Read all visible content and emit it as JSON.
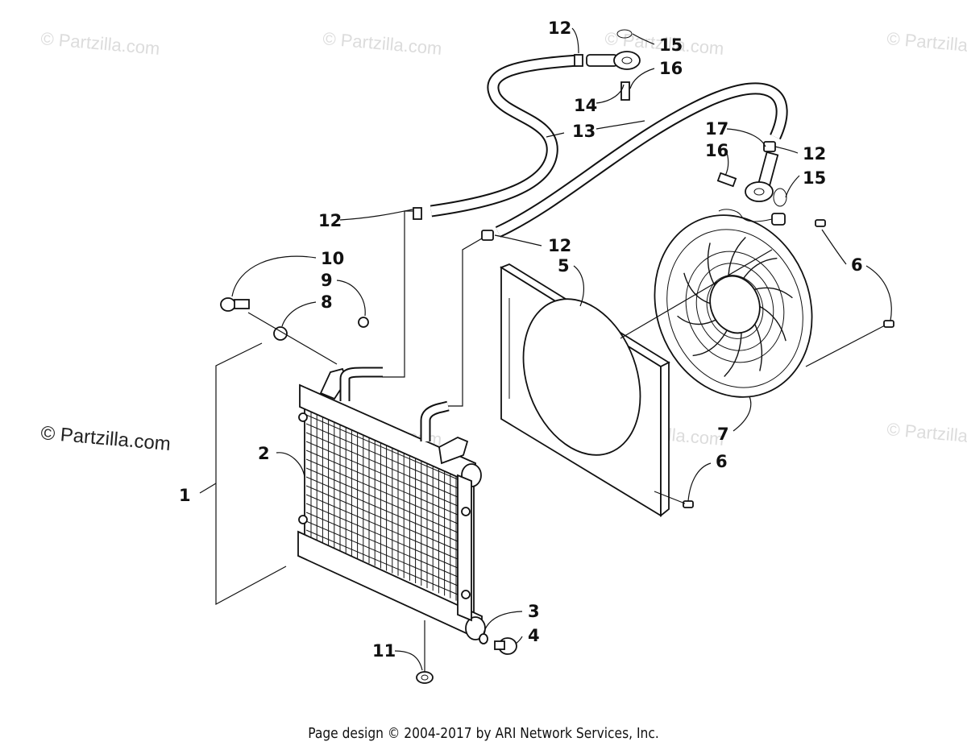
{
  "watermarks": {
    "brand": "© Partzilla.com",
    "main": "© Partzilla.com"
  },
  "footer": "Page design © 2004-2017 by ARI Network Services, Inc.",
  "callouts": {
    "c1": "1",
    "c2": "2",
    "c3": "3",
    "c4": "4",
    "c5": "5",
    "c6a": "6",
    "c6b": "6",
    "c7": "7",
    "c8": "8",
    "c9": "9",
    "c10": "10",
    "c11": "11",
    "c12a": "12",
    "c12b": "12",
    "c12c": "12",
    "c12d": "12",
    "c13": "13",
    "c14": "14",
    "c15a": "15",
    "c15b": "15",
    "c16a": "16",
    "c16b": "16",
    "c17": "17"
  },
  "colors": {
    "ink": "#111111",
    "watermark": "#dcdcdc",
    "background": "#ffffff"
  }
}
